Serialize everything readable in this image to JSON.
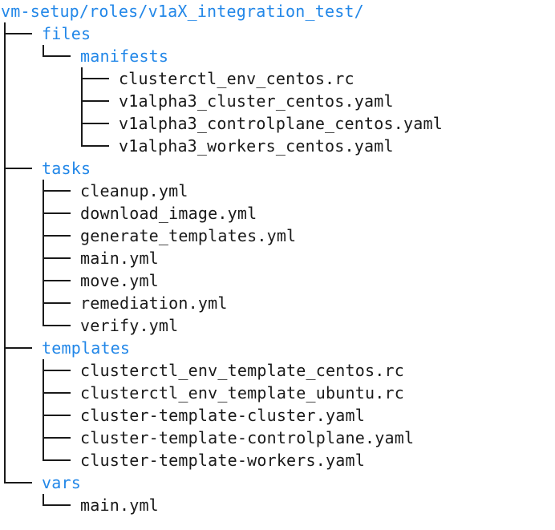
{
  "colors": {
    "directory": "#2287e8",
    "file": "#1a1a1a",
    "line": "#1a1a1a",
    "background": "#ffffff"
  },
  "tree": {
    "root": "vm-setup/roles/v1aX_integration_test/",
    "rows": [
      {
        "label": "files",
        "kind": "directory"
      },
      {
        "label": "manifests",
        "kind": "directory"
      },
      {
        "label": "clusterctl_env_centos.rc",
        "kind": "file"
      },
      {
        "label": "v1alpha3_cluster_centos.yaml",
        "kind": "file"
      },
      {
        "label": "v1alpha3_controlplane_centos.yaml",
        "kind": "file"
      },
      {
        "label": "v1alpha3_workers_centos.yaml",
        "kind": "file"
      },
      {
        "label": "tasks",
        "kind": "directory"
      },
      {
        "label": "cleanup.yml",
        "kind": "file"
      },
      {
        "label": "download_image.yml",
        "kind": "file"
      },
      {
        "label": "generate_templates.yml",
        "kind": "file"
      },
      {
        "label": "main.yml",
        "kind": "file"
      },
      {
        "label": "move.yml",
        "kind": "file"
      },
      {
        "label": "remediation.yml",
        "kind": "file"
      },
      {
        "label": "verify.yml",
        "kind": "file"
      },
      {
        "label": "templates",
        "kind": "directory"
      },
      {
        "label": "clusterctl_env_template_centos.rc",
        "kind": "file"
      },
      {
        "label": "clusterctl_env_template_ubuntu.rc",
        "kind": "file"
      },
      {
        "label": "cluster-template-cluster.yaml",
        "kind": "file"
      },
      {
        "label": "cluster-template-controlplane.yaml",
        "kind": "file"
      },
      {
        "label": "cluster-template-workers.yaml",
        "kind": "file"
      },
      {
        "label": "vars",
        "kind": "directory"
      },
      {
        "label": "main.yml",
        "kind": "file"
      }
    ]
  }
}
